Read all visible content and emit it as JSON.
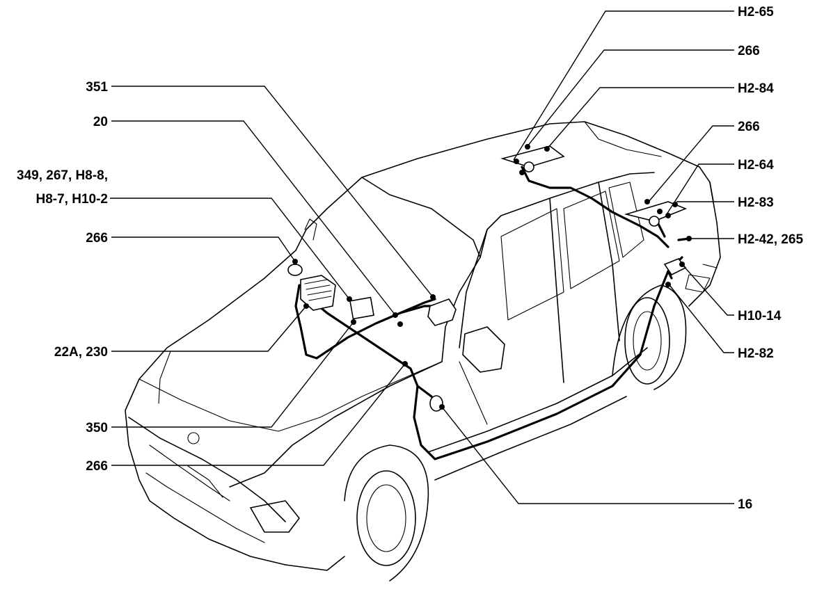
{
  "callouts": {
    "c_h2_65": "H2-65",
    "c_266_a": "266",
    "c_h2_84": "H2-84",
    "c_351": "351",
    "c_266_b": "266",
    "c_20": "20",
    "c_h2_64": "H2-64",
    "c_349_line1": "349, 267, H8-8,",
    "c_349_line2": "H8-7, H10-2",
    "c_h2_83": "H2-83",
    "c_266_c": "266",
    "c_h2_42": "H2-42, 265",
    "c_h10_14": "H10-14",
    "c_22a": "22A, 230",
    "c_h2_82": "H2-82",
    "c_350": "350",
    "c_266_d": "266",
    "c_16": "16"
  }
}
